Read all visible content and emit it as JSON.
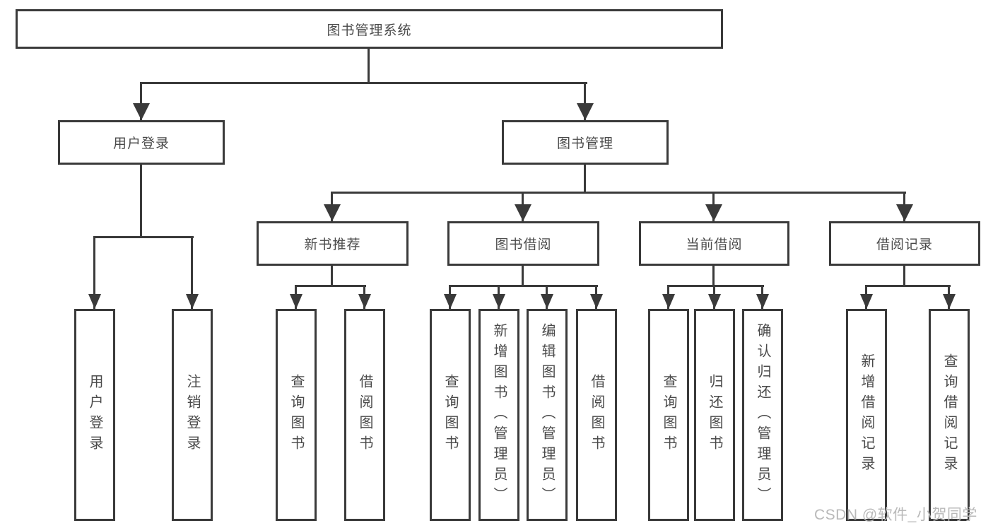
{
  "tree": {
    "root": "图书管理系统",
    "level2": [
      "用户登录",
      "图书管理"
    ],
    "level3": [
      "新书推荐",
      "图书借阅",
      "当前借阅",
      "借阅记录"
    ],
    "leaves": {
      "user_login": [
        "用户登录",
        "注销登录"
      ],
      "new_books": [
        "查询图书",
        "借阅图书"
      ],
      "book_borrowing": [
        "查询图书",
        "新增图书（管理员）",
        "编辑图书（管理员）",
        "借阅图书"
      ],
      "current_borrowing": [
        "查询图书",
        "归还图书",
        "确认归还（管理员）"
      ],
      "borrowing_records": [
        "新增借阅记录",
        "查询借阅记录"
      ]
    }
  },
  "watermark": "CSDN @软件_小贺同学",
  "colors": {
    "line": "#3a3a3a",
    "text": "#4a4a4a",
    "background": "#ffffff",
    "watermark": "#b9b9b9"
  }
}
